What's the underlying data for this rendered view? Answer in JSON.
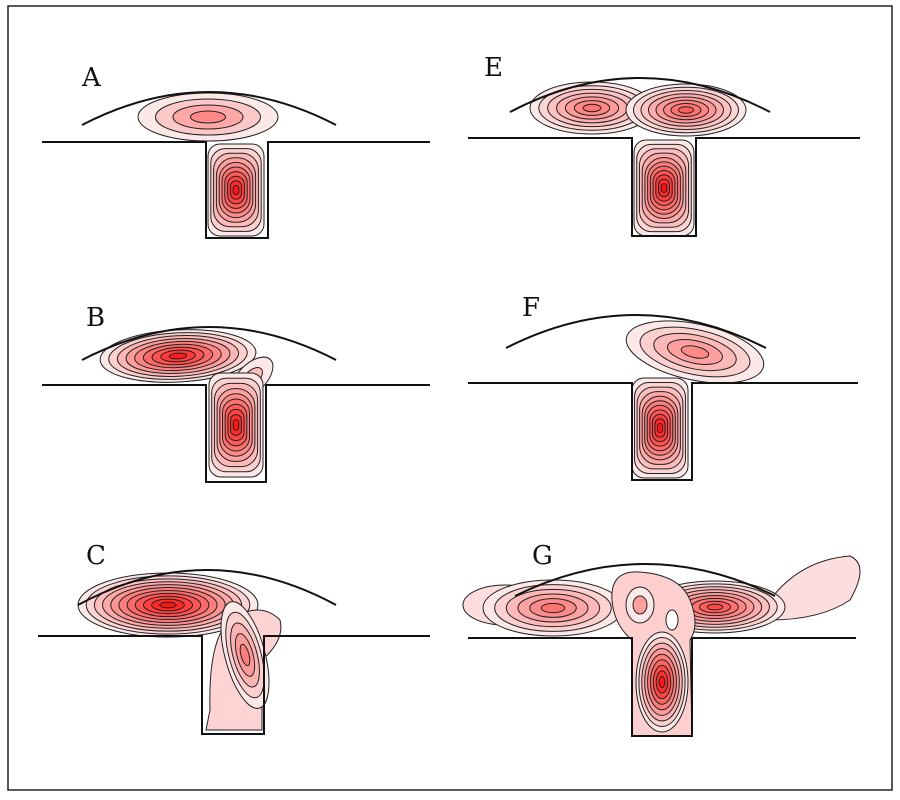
{
  "figure": {
    "panels": [
      {
        "id": "A",
        "label": "A"
      },
      {
        "id": "B",
        "label": "B"
      },
      {
        "id": "C",
        "label": "C"
      },
      {
        "id": "E",
        "label": "E"
      },
      {
        "id": "F",
        "label": "F"
      },
      {
        "id": "G",
        "label": "G"
      }
    ],
    "colors": {
      "contour_outer": "#fde4e4",
      "contour_inner": "#ff1010",
      "line": "#111111"
    }
  }
}
